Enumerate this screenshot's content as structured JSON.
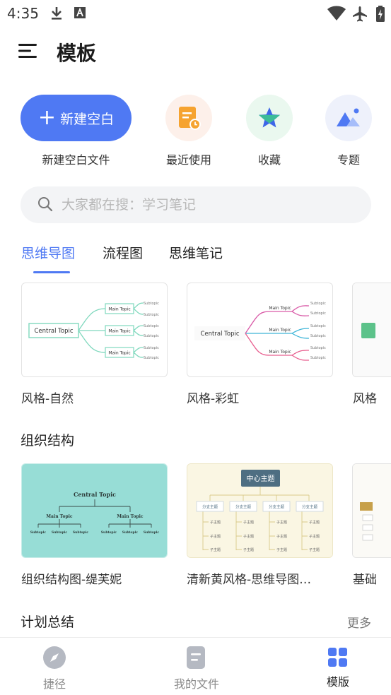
{
  "status": {
    "time": "4:35"
  },
  "header": {
    "title": "模板"
  },
  "quick": {
    "new_button": "新建空白",
    "new_label": "新建空白文件",
    "recent": "最近使用",
    "favorites": "收藏",
    "topics": "专题"
  },
  "search": {
    "placeholder": "大家都在搜：学习笔记"
  },
  "tabs": [
    "思维导图",
    "流程图",
    "思维笔记"
  ],
  "mindmap_cards": [
    {
      "label": "风格-自然"
    },
    {
      "label": "风格-彩虹"
    },
    {
      "label": "风格"
    }
  ],
  "card_texts": {
    "central_topic": "Central Topic",
    "main_topic": "Main Topic",
    "subtopic": "Subtopic",
    "center_cn": "中心主题",
    "branch_cn": "分支主题",
    "sub_cn": "子主题"
  },
  "sections": {
    "org": {
      "title": "组织结构"
    },
    "plan": {
      "title": "计划总结",
      "more": "更多"
    }
  },
  "org_cards": [
    {
      "label": "组织结构图-缇芙妮"
    },
    {
      "label": "清新黄风格-思维导图…"
    },
    {
      "label": "基础"
    }
  ],
  "bottom_nav": [
    {
      "label": "捷径",
      "icon": "compass-icon"
    },
    {
      "label": "我的文件",
      "icon": "file-icon"
    },
    {
      "label": "模版",
      "icon": "grid-icon"
    }
  ],
  "colors": {
    "accent": "#4f79f3",
    "natural": "#7fd8bd",
    "org_bg": "#97ddd6",
    "yellow_bg": "#faf6e3",
    "center_box": "#4e6e82"
  }
}
